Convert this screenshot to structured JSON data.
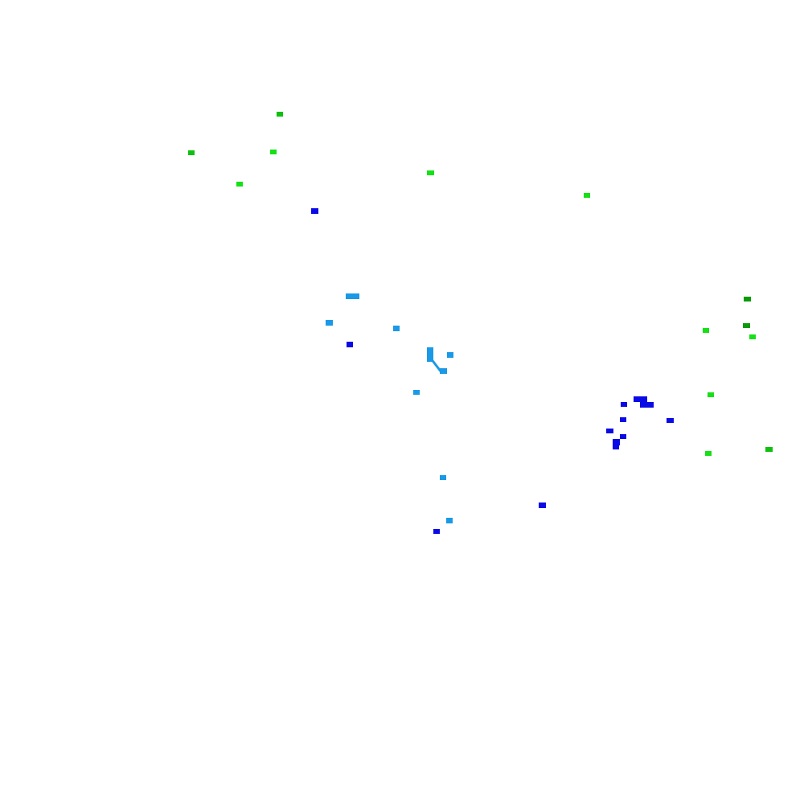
{
  "background": "#ffffff",
  "colors": {
    "green": "#16e016",
    "dark_green": "#0a9a0a",
    "mid_green": "#10c010",
    "blue": "#0a0ae6",
    "light_blue": "#1a99e6"
  },
  "marker_groups": [
    {
      "name": "green-markers",
      "color_key": "green",
      "count": 9
    },
    {
      "name": "dark-green-markers",
      "color_key": "dark_green",
      "count": 2
    },
    {
      "name": "mid-green-markers",
      "color_key": "mid_green",
      "count": 1
    },
    {
      "name": "light-blue-markers",
      "color_key": "light_blue",
      "count": 11
    },
    {
      "name": "blue-markers",
      "color_key": "blue",
      "count": 14
    }
  ]
}
